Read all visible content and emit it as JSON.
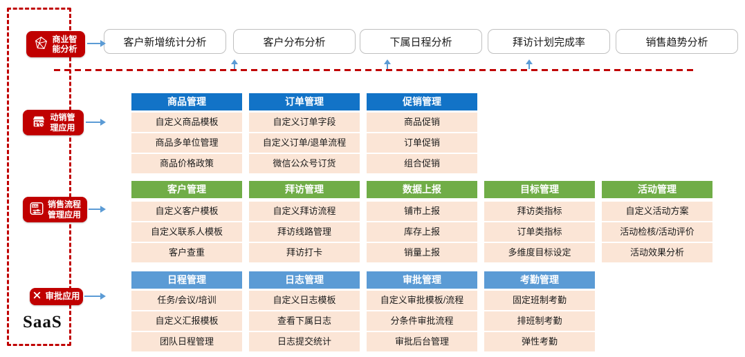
{
  "colors": {
    "accent_red": "#C00000",
    "header_blue": "#1273C7",
    "header_green": "#70AD47",
    "header_light_blue": "#5B9BD5",
    "cell_peach": "#FBE5D6",
    "arrow_blue": "#5B9BD5",
    "box_border_gray": "#BFBFBF"
  },
  "brand": {
    "platform_label": "SaaS"
  },
  "bi_section": {
    "badge": {
      "line1": "商业智",
      "line2": "能分析",
      "icon": "network-polyhedron-icon"
    },
    "boxes": [
      "客户新增统计分析",
      "客户分布分析",
      "下属日程分析",
      "拜访计划完成率",
      "销售趋势分析"
    ]
  },
  "sections": [
    {
      "badge": {
        "line1": "动销管",
        "line2": "理应用",
        "icon": "storefront-clock-icon"
      },
      "header_color": "#1273C7",
      "columns": [
        {
          "header": "商品管理",
          "items": [
            "自定义商品模板",
            "商品多单位管理",
            "商品价格政策"
          ]
        },
        {
          "header": "订单管理",
          "items": [
            "自定义订单字段",
            "自定义订单/退单流程",
            "微信公众号订货"
          ]
        },
        {
          "header": "促销管理",
          "items": [
            "商品促销",
            "订单促销",
            "组合促销"
          ]
        }
      ]
    },
    {
      "badge": {
        "line1": "销售流程",
        "line2": "管理应用",
        "icon": "sale-tag-sliders-icon"
      },
      "header_color": "#70AD47",
      "columns": [
        {
          "header": "客户管理",
          "items": [
            "自定义客户模板",
            "自定义联系人模板",
            "客户查重"
          ]
        },
        {
          "header": "拜访管理",
          "items": [
            "自定义拜访流程",
            "拜访线路管理",
            "拜访打卡"
          ]
        },
        {
          "header": "数据上报",
          "items": [
            "铺市上报",
            "库存上报",
            "销量上报"
          ]
        },
        {
          "header": "目标管理",
          "items": [
            "拜访类指标",
            "订单类指标",
            "多维度目标设定"
          ]
        },
        {
          "header": "活动管理",
          "items": [
            "自定义活动方案",
            "活动检核/活动评价",
            "活动效果分析"
          ]
        }
      ]
    },
    {
      "badge": {
        "line1": "审批应用",
        "icon": "crossed-tools-icon"
      },
      "header_color": "#5B9BD5",
      "columns": [
        {
          "header": "日程管理",
          "items": [
            "任务/会议/培训",
            "自定义汇报模板",
            "团队日程管理"
          ]
        },
        {
          "header": "日志管理",
          "items": [
            "自定义日志模板",
            "查看下属日志",
            "日志提交统计"
          ]
        },
        {
          "header": "审批管理",
          "items": [
            "自定义审批模板/流程",
            "分条件审批流程",
            "审批后台管理"
          ]
        },
        {
          "header": "考勤管理",
          "items": [
            "固定班制考勤",
            "排班制考勤",
            "弹性考勤"
          ]
        }
      ]
    }
  ]
}
